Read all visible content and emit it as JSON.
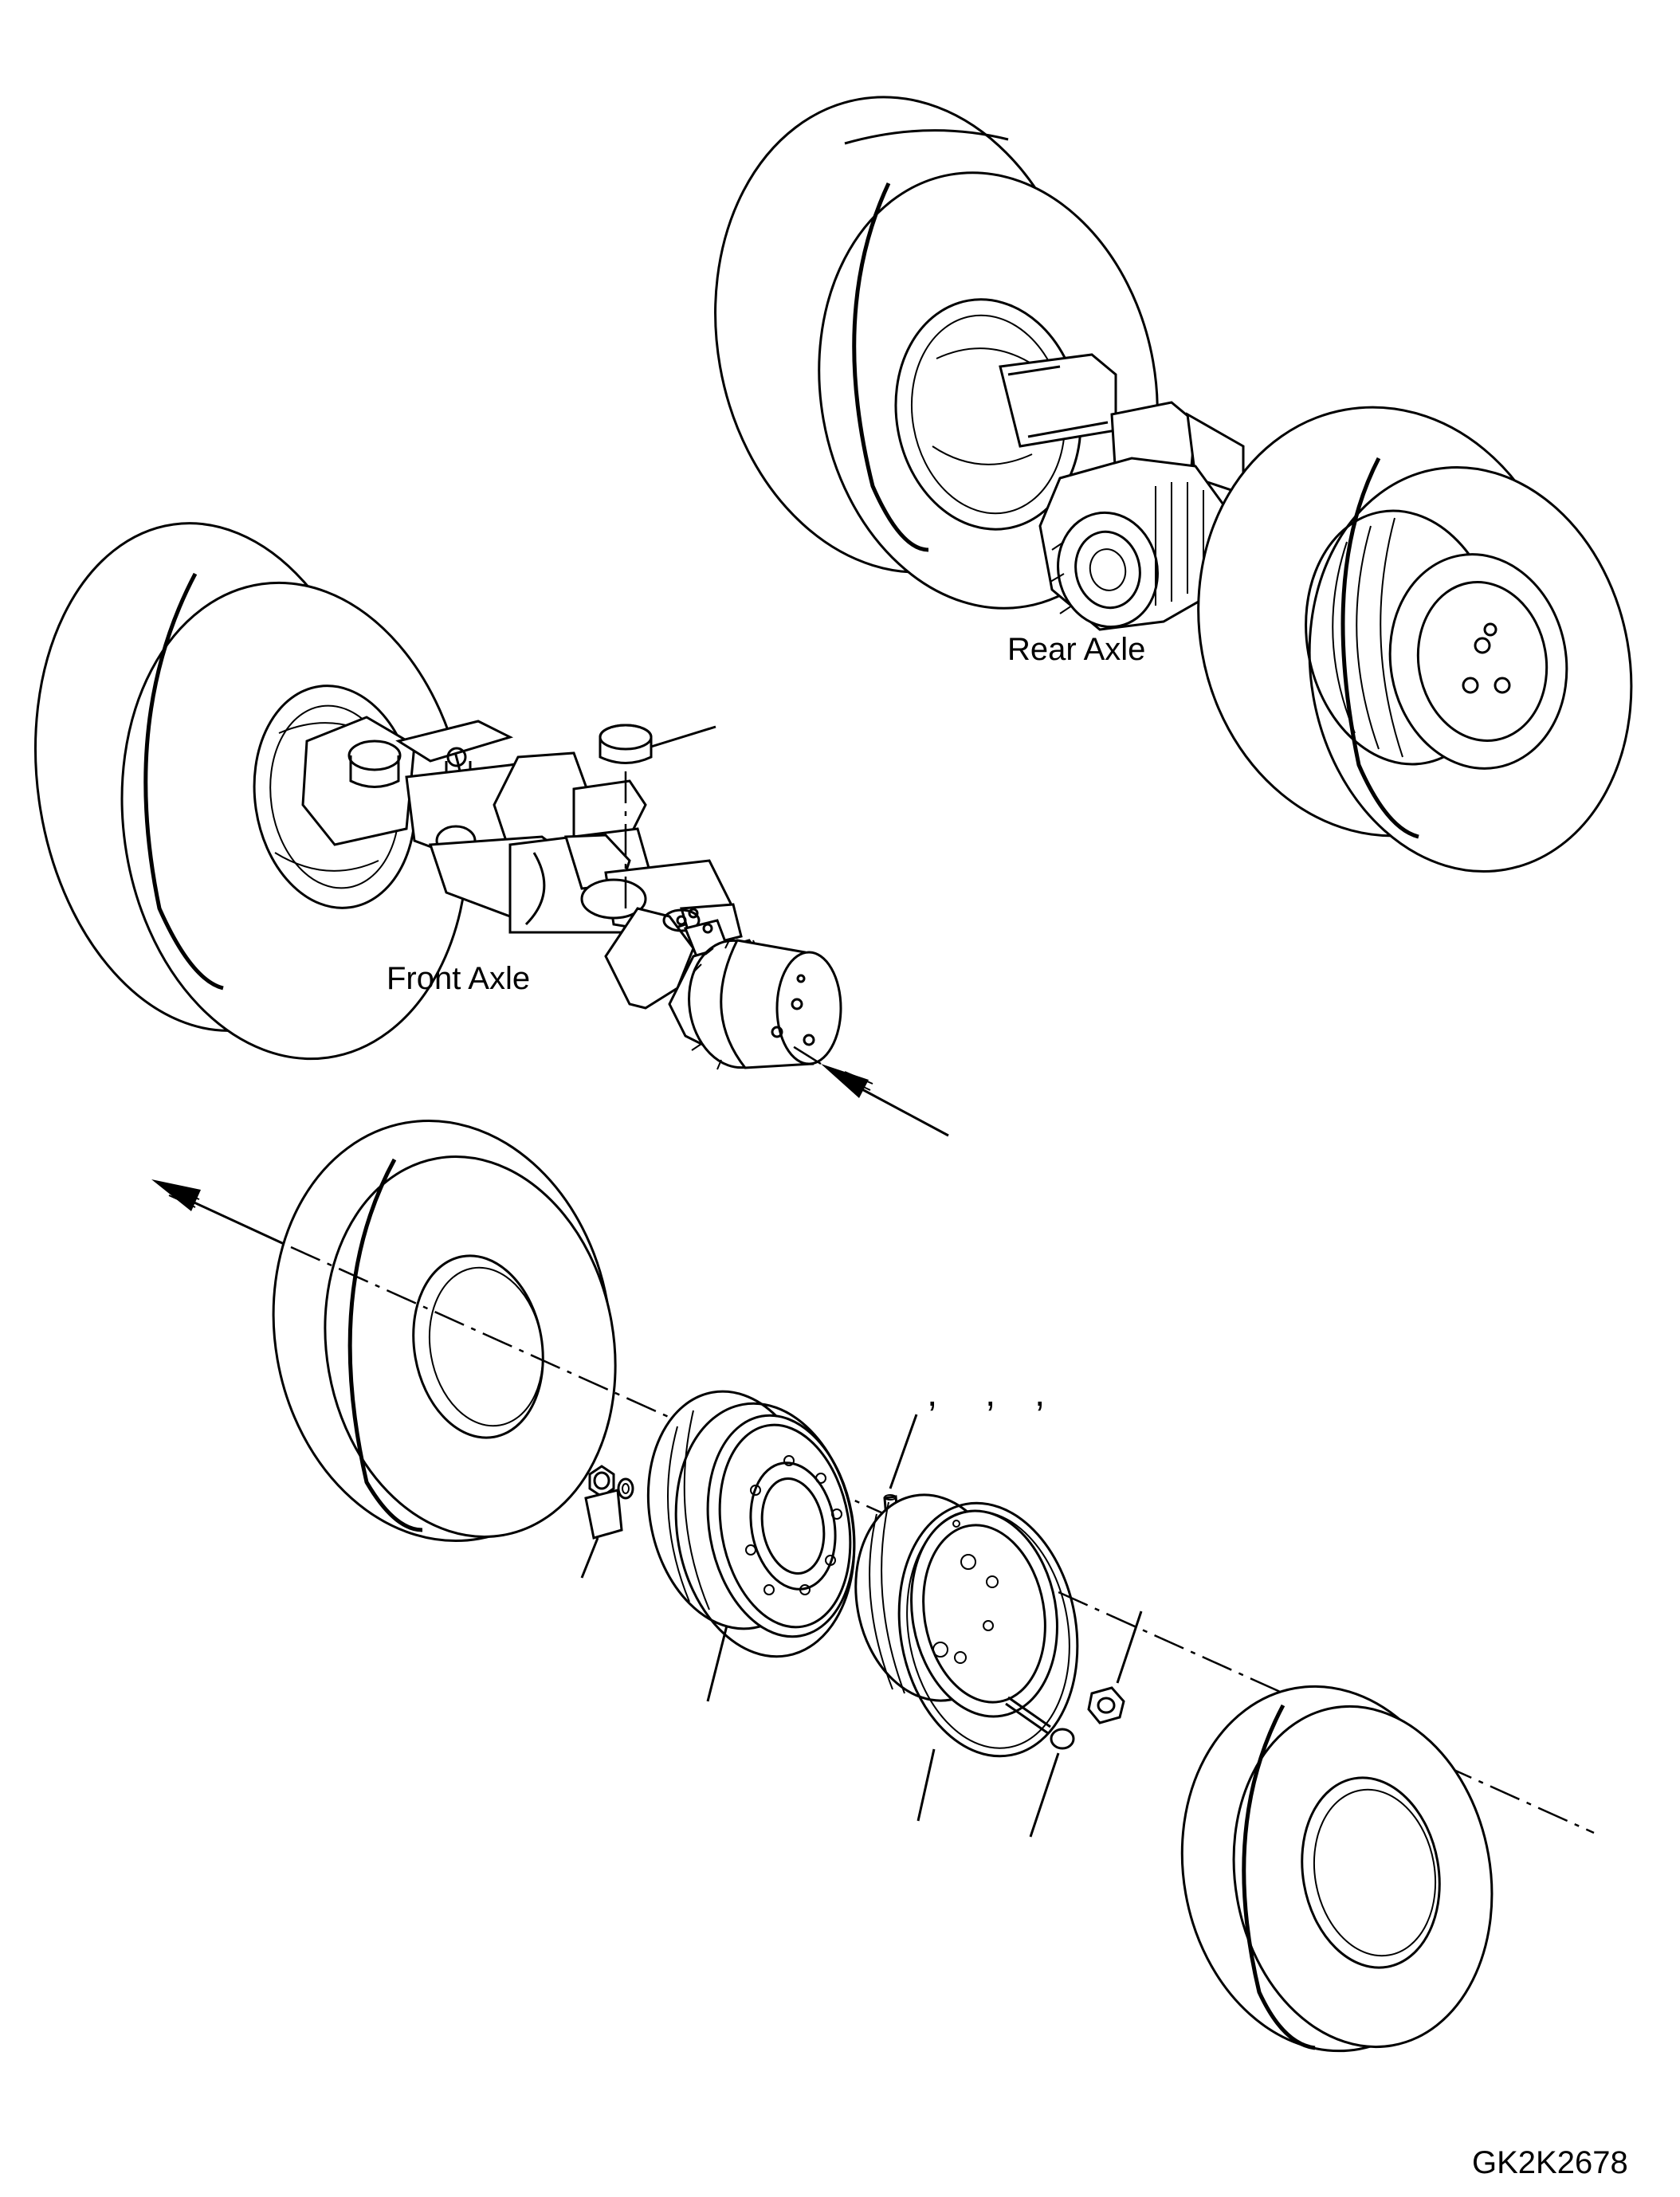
{
  "labels": {
    "rear_axle": "Rear Axle",
    "front_axle": "Front Axle",
    "separators": [
      ",",
      ",",
      ","
    ],
    "drawing_number": "GK2K2678"
  }
}
